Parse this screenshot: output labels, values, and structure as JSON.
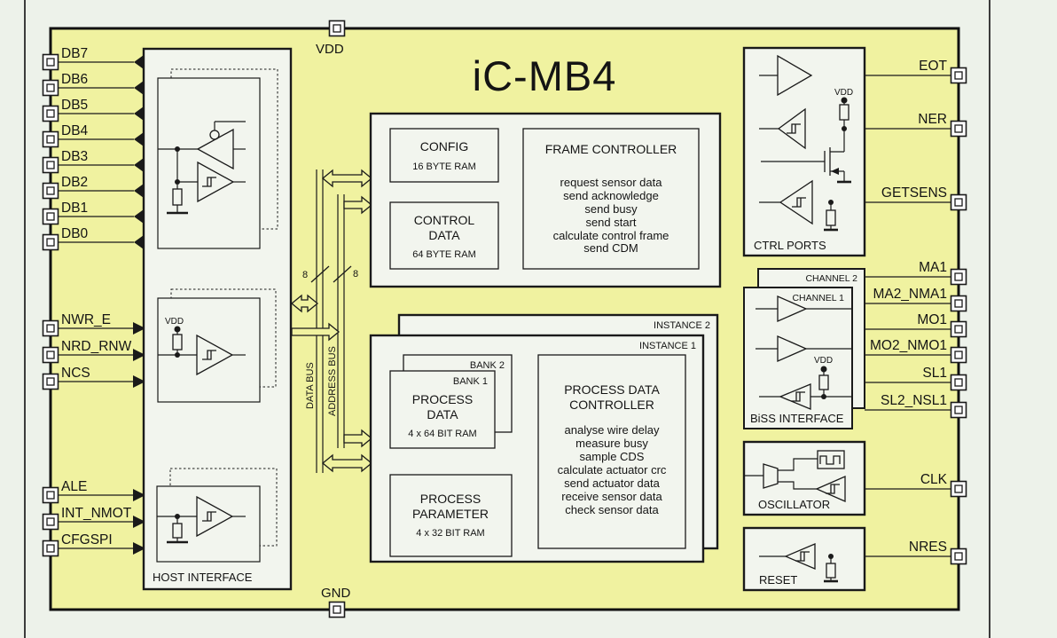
{
  "title": "iC-MB4",
  "colors": {
    "chip_fill": "#f0f2a0",
    "page_bg": "#edf2ea",
    "block_fill": "#f2f5ee",
    "line": "#1a1a1a"
  },
  "labels": {
    "vdd": "VDD"
  },
  "pins": {
    "top": "VDD",
    "bottom": "GND",
    "left": [
      "DB7",
      "DB6",
      "DB5",
      "DB4",
      "DB3",
      "DB2",
      "DB1",
      "DB0",
      "NWR_E",
      "NRD_RNW",
      "NCS",
      "ALE",
      "INT_NMOT",
      "CFGSPI"
    ],
    "right": [
      "EOT",
      "NER",
      "GETSENS",
      "MA1",
      "MA2_NMA1",
      "MO1",
      "MO2_NMO1",
      "SL1",
      "SL2_NSL1",
      "CLK",
      "NRES"
    ]
  },
  "host_interface": {
    "label": "HOST INTERFACE"
  },
  "buses": {
    "data": {
      "label": "DATA BUS",
      "width": "8"
    },
    "address": {
      "label": "ADDRESS BUS",
      "width": "8"
    }
  },
  "memory": {
    "config": {
      "title": "CONFIG",
      "ram": "16 BYTE RAM"
    },
    "control_data": {
      "title": [
        "CONTROL",
        "DATA"
      ],
      "ram": "64 BYTE RAM"
    }
  },
  "frame_controller": {
    "title": "FRAME CONTROLLER",
    "functions": [
      "request sensor data",
      "send acknowledge",
      "send busy",
      "send start",
      "calculate control frame",
      "send CDM"
    ]
  },
  "instances": {
    "front": "INSTANCE 1",
    "back": "INSTANCE 2"
  },
  "process_data": {
    "banks": {
      "front": "BANK 1",
      "back": "BANK 2"
    },
    "title": [
      "PROCESS",
      "DATA"
    ],
    "ram": "4 x 64 BIT RAM"
  },
  "process_parameter": {
    "title": [
      "PROCESS",
      "PARAMETER"
    ],
    "ram": "4 x 32 BIT RAM"
  },
  "process_data_controller": {
    "title": [
      "PROCESS DATA",
      "CONTROLLER"
    ],
    "functions": [
      "analyse wire delay",
      "measure busy",
      "sample CDS",
      "calculate actuator crc",
      "send actuator data",
      "receive sensor data",
      "check sensor data"
    ]
  },
  "ctrl_ports": {
    "label": "CTRL PORTS"
  },
  "biss": {
    "label": "BiSS INTERFACE",
    "channels": [
      "CHANNEL 1",
      "CHANNEL 2"
    ]
  },
  "oscillator": {
    "label": "OSCILLATOR"
  },
  "reset": {
    "label": "RESET"
  }
}
